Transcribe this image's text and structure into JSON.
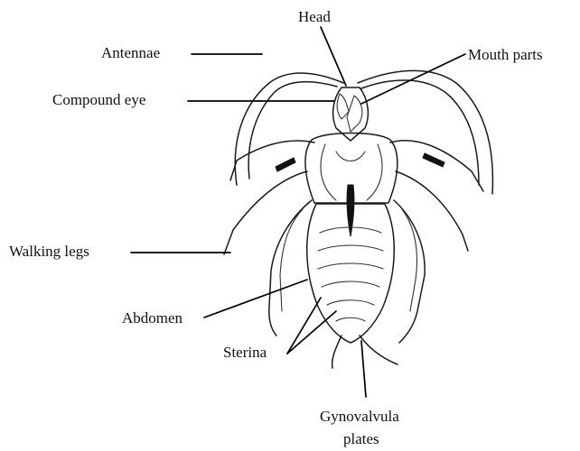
{
  "diagram": {
    "labels": {
      "head": "Head",
      "antennae": "Antennae",
      "mouth_parts": "Mouth parts",
      "compound_eye": "Compound eye",
      "walking_legs": "Walking legs",
      "abdomen": "Abdomen",
      "sterina": "Sterina",
      "gynovalvula_line1": "Gynovalvula",
      "gynovalvula_line2": "plates"
    }
  }
}
